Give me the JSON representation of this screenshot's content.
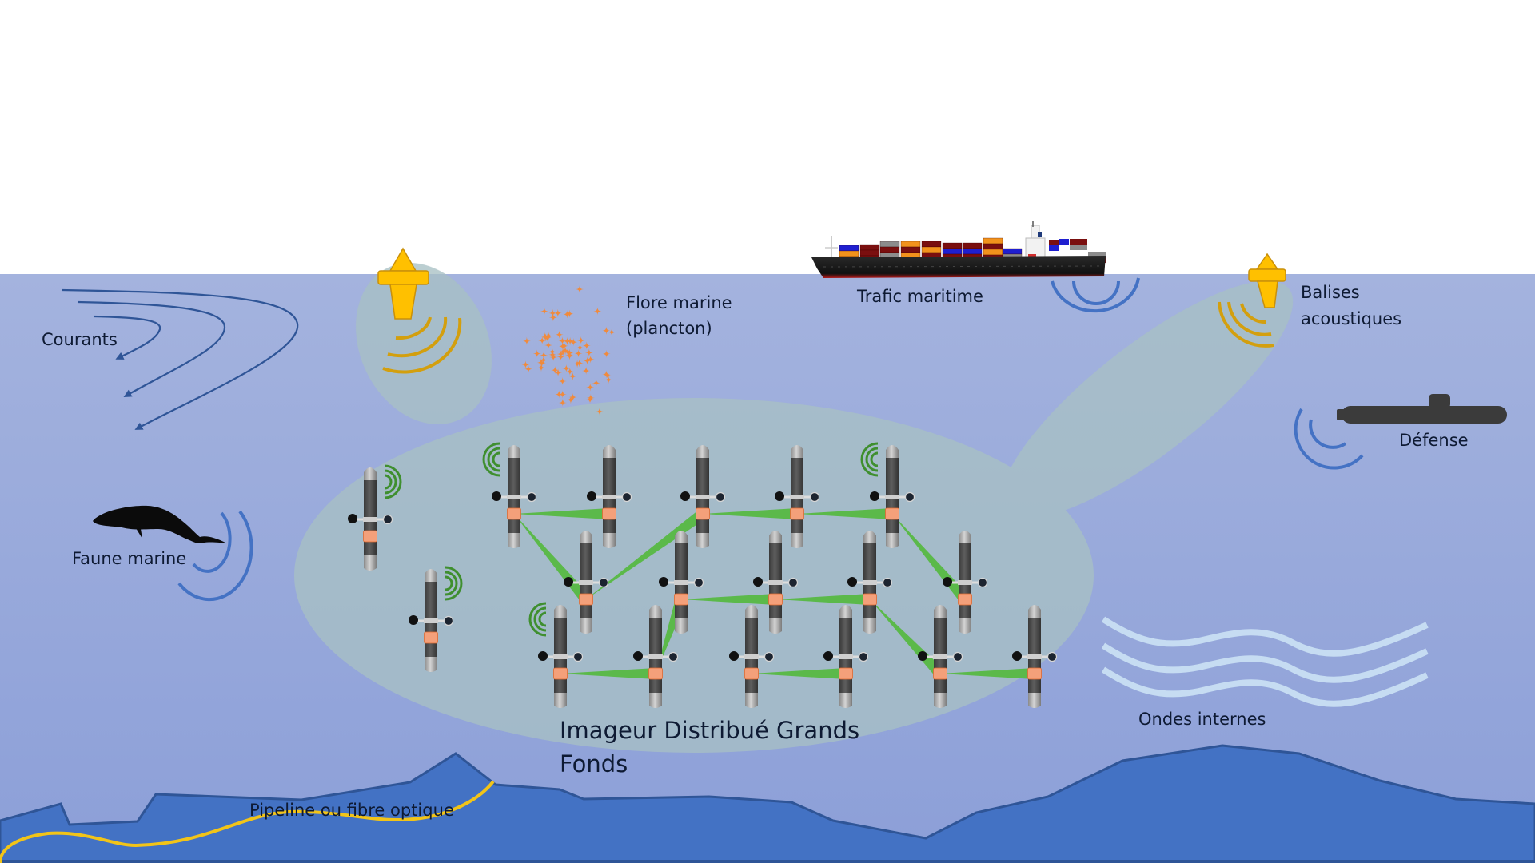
{
  "labels": {
    "courants": "Courants",
    "flore_line1": "Flore marine",
    "flore_line2": "(plancton)",
    "trafic": "Trafic maritime",
    "balises_line1": "Balises",
    "balises_line2": "acoustiques",
    "defense": "Défense",
    "faune": "Faune marine",
    "ondes": "Ondes internes",
    "imageur_line1": "Imageur Distribué Grands",
    "imageur_line2": "Fonds",
    "pipeline": "Pipeline ou fibre optique"
  },
  "colors": {
    "sky": "#ffffff",
    "water_top": "#a4b3de",
    "water_bottom": "#8c9fd8",
    "seabed": "#4372c4",
    "seabed_edge": "#2f5597",
    "zone": "#a8c0c4",
    "buoy": "#ffc000",
    "buoy_stroke": "#c9900a",
    "buoy_waves": "#d39f0e",
    "sonar_blue": "#4472c4",
    "current_arrows": "#2f5597",
    "plankton": "#f08a3c",
    "link_green": "#5bb94a",
    "signal_green": "#3f8f2f",
    "pipeline": "#f2c418",
    "internal_waves": "#c6dcf2",
    "sensor_body": "#4d4d4d",
    "sensor_cap": "#a6a6a6",
    "sensor_band": "#f4a07a",
    "silhouette": "#0b0b0b"
  },
  "array": {
    "lone_sensors": [
      {
        "id": "L1",
        "signal": "right"
      },
      {
        "id": "L2",
        "signal": "right"
      }
    ],
    "rows": [
      {
        "row": 1,
        "sensors": [
          {
            "id": "A1",
            "signal": "left"
          },
          {
            "id": "A2"
          },
          {
            "id": "A3"
          },
          {
            "id": "A4"
          },
          {
            "id": "A5",
            "signal": "left"
          }
        ]
      },
      {
        "row": 2,
        "sensors": [
          {
            "id": "B1"
          },
          {
            "id": "B2"
          },
          {
            "id": "B3"
          },
          {
            "id": "B4"
          },
          {
            "id": "B5"
          }
        ]
      },
      {
        "row": 3,
        "sensors": [
          {
            "id": "C1",
            "signal": "left"
          },
          {
            "id": "C2"
          },
          {
            "id": "C3"
          },
          {
            "id": "C4"
          },
          {
            "id": "C5"
          },
          {
            "id": "C6"
          }
        ]
      }
    ],
    "links": [
      [
        "A1",
        "A2"
      ],
      [
        "A1",
        "B1"
      ],
      [
        "B1",
        "A3"
      ],
      [
        "A3",
        "A4"
      ],
      [
        "A4",
        "A5"
      ],
      [
        "A5",
        "B5"
      ],
      [
        "B2",
        "B3"
      ],
      [
        "B3",
        "B4"
      ],
      [
        "B4",
        "C5"
      ],
      [
        "C1",
        "C2"
      ],
      [
        "C2",
        "B2"
      ],
      [
        "C3",
        "C4"
      ],
      [
        "C5",
        "C6"
      ]
    ]
  }
}
